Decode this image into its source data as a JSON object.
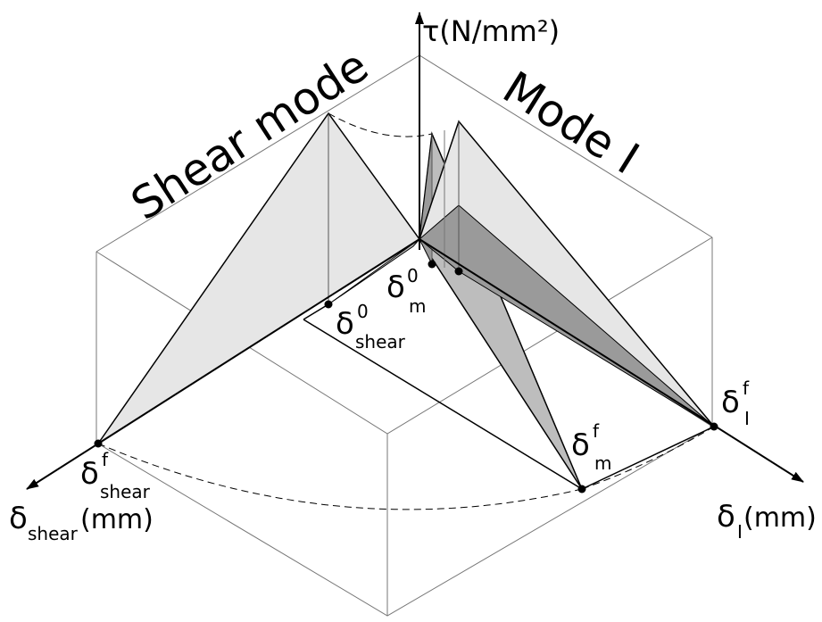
{
  "labels": {
    "tau_axis": "τ(N/mm²)",
    "shear_mode": "Shear mode",
    "mode_I": "Mode I",
    "delta_sym": "δ",
    "sup_zero": "0",
    "sup_f": "f",
    "sub_m": "m",
    "sub_shear": "shear",
    "sub_I": "I",
    "unit_mm": "(mm)"
  },
  "colors": {
    "line": "#000000",
    "box_line": "#777777",
    "light_fill": "#e6e6e6",
    "mid_fill": "#bdbdbd",
    "dark_fill": "#9a9a9a"
  }
}
